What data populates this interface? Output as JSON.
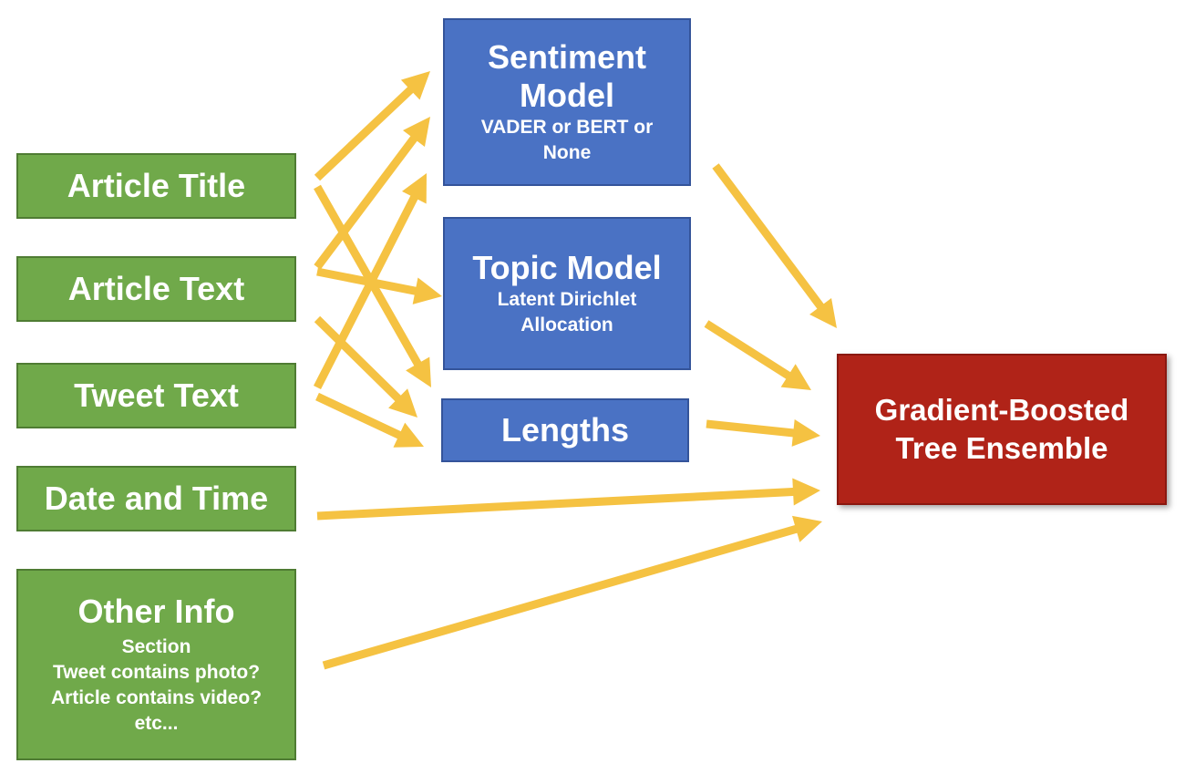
{
  "colors": {
    "input_box": "#70a94a",
    "model_box": "#4a72c4",
    "output_box": "#b02318",
    "arrow": "#f5c242"
  },
  "inputs": {
    "article_title": "Article Title",
    "article_text": "Article Text",
    "tweet_text": "Tweet Text",
    "date_time": "Date and Time",
    "other_info": {
      "title": "Other Info",
      "lines": [
        "Section",
        "Tweet contains photo?",
        "Article contains video?",
        "etc..."
      ]
    }
  },
  "models": {
    "sentiment": {
      "title_line1": "Sentiment",
      "title_line2": "Model",
      "sub_line1": "VADER or BERT or",
      "sub_line2": "None"
    },
    "topic": {
      "title": "Topic Model",
      "sub_line1": "Latent Dirichlet",
      "sub_line2": "Allocation"
    },
    "lengths": {
      "title": "Lengths"
    }
  },
  "output": {
    "line1": "Gradient-Boosted",
    "line2": "Tree Ensemble"
  }
}
